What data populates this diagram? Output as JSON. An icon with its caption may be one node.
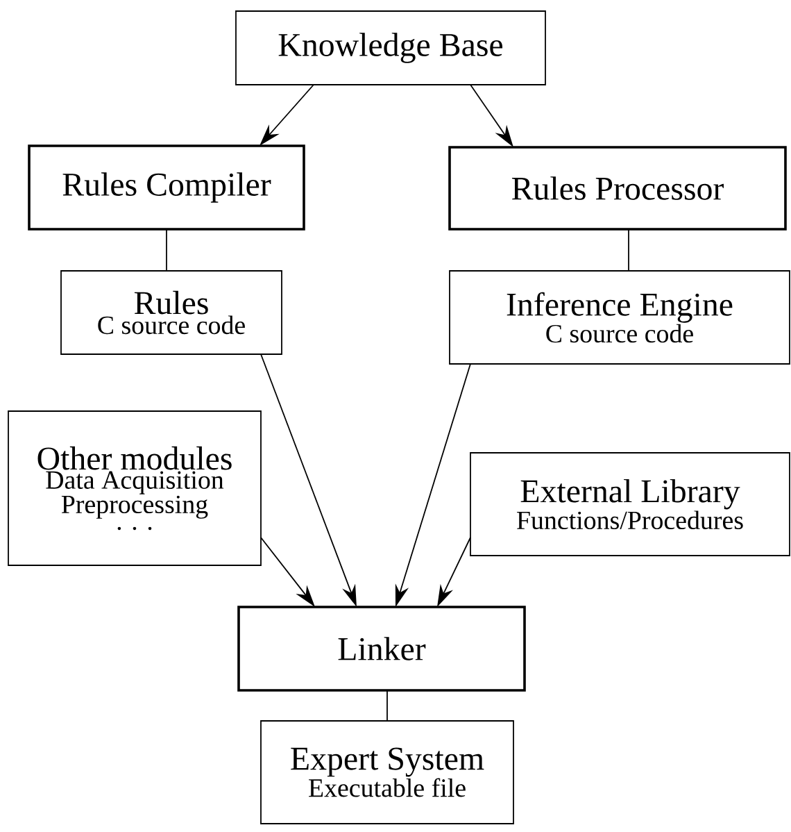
{
  "diagram": {
    "nodes": [
      {
        "text": [
          "Knowledge Base"
        ]
      },
      {
        "text": [
          "Rules Compiler"
        ]
      },
      {
        "text": [
          "Rules Processor"
        ]
      },
      {
        "text": [
          "Rules",
          "C source code"
        ]
      },
      {
        "text": [
          "Inference Engine",
          "C source code"
        ]
      },
      {
        "text": [
          "Other modules",
          "Data Acquisition",
          "Preprocessing",
          ". . ."
        ]
      },
      {
        "text": [
          "External Library",
          "Functions/Procedures"
        ]
      },
      {
        "text": [
          "Linker"
        ]
      },
      {
        "text": [
          "Expert System",
          "Executable file"
        ]
      }
    ],
    "edges": [
      {
        "from": 0,
        "to": 1,
        "arrow": "to"
      },
      {
        "from": 0,
        "to": 2,
        "arrow": "to"
      },
      {
        "from": 1,
        "to": 3,
        "arrow": "none"
      },
      {
        "from": 2,
        "to": 4,
        "arrow": "none"
      },
      {
        "from": 3,
        "to": 7,
        "arrow": "to"
      },
      {
        "from": 4,
        "to": 7,
        "arrow": "to"
      },
      {
        "from": 5,
        "to": 7,
        "arrow": "to"
      },
      {
        "from": 6,
        "to": 7,
        "arrow": "to"
      },
      {
        "from": 7,
        "to": 8,
        "arrow": "none"
      }
    ]
  }
}
